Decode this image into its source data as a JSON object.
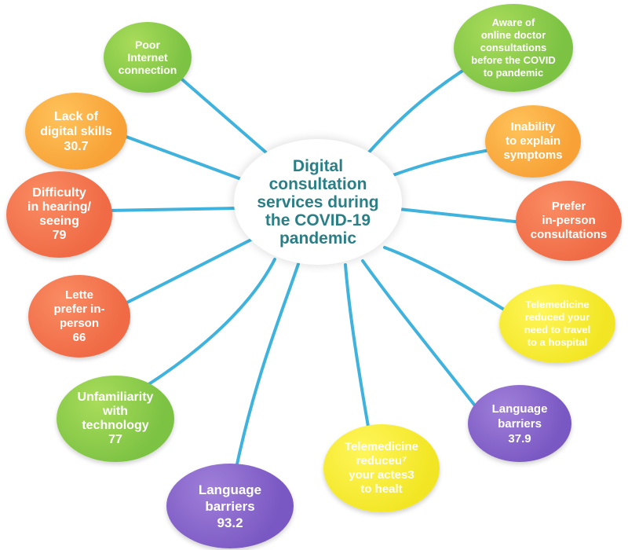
{
  "center": {
    "lines": [
      "Digital",
      "consultation",
      "services during",
      "the COVID-19",
      "pandemic"
    ]
  },
  "nodes": [
    {
      "id": "poor-internet-connection",
      "lines": [
        "Poor",
        "Internet",
        "connection"
      ]
    },
    {
      "id": "lack-of-digital-skills",
      "lines": [
        "Lack of",
        "digital skills",
        "30.7"
      ]
    },
    {
      "id": "difficulty-in-hearing-seeing",
      "lines": [
        "Difficulty",
        "in hearing/",
        "seeing",
        "79"
      ]
    },
    {
      "id": "lette-prefer-in-person",
      "lines": [
        "Lette",
        "prefer in-",
        "person",
        "66"
      ]
    },
    {
      "id": "unfamiliarity-with-technology",
      "lines": [
        "Unfamiliarity",
        "with",
        "technology",
        "77"
      ]
    },
    {
      "id": "language-barriers-93",
      "lines": [
        "Language",
        "barriers",
        "93.2"
      ]
    },
    {
      "id": "telemedicine-reduceu",
      "lines": [
        "Telemedicine",
        "reduceu⁷",
        "your actes3",
        "to healt"
      ]
    },
    {
      "id": "language-barriers-37",
      "lines": [
        "Language",
        "barriers",
        "37.9"
      ]
    },
    {
      "id": "telemedicine-reduced-travel",
      "lines": [
        "Telemedicine",
        "reduced your",
        "need to travel",
        "to a hospital"
      ]
    },
    {
      "id": "prefer-in-person-consultations",
      "lines": [
        "Prefer",
        "in-person",
        "consultations"
      ]
    },
    {
      "id": "inability-to-explain-symptoms",
      "lines": [
        "Inability",
        "to explain",
        "symptoms"
      ]
    },
    {
      "id": "aware-of-online-consultations",
      "lines": [
        "Aware of",
        "online doctor",
        "consultations",
        "before the COVID",
        "to pandemic"
      ]
    }
  ],
  "colors": {
    "connector": "#3fb3dd",
    "center_text": "#2a7f86",
    "green": "#7cc243",
    "orange": "#f7a136",
    "coral": "#ef6a45",
    "yellow": "#f2e624",
    "purple": "#7a58c3"
  }
}
